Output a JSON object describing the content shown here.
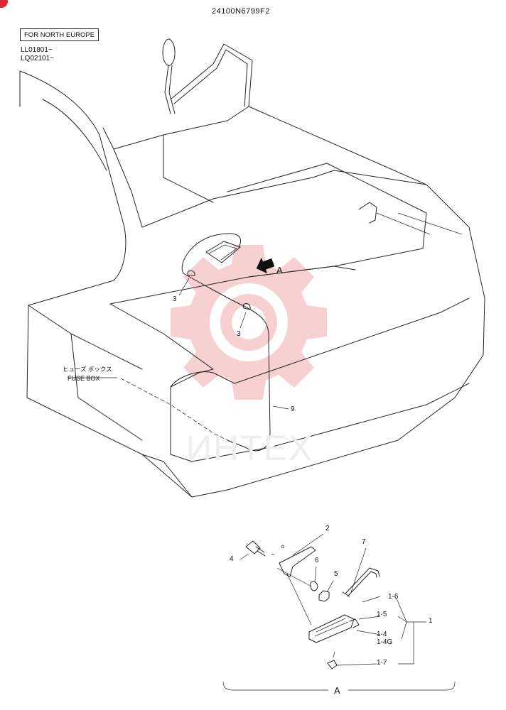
{
  "header": {
    "part_code": "24100N6799F2"
  },
  "region": {
    "label": "FOR NORTH EUROPE",
    "serials": [
      "LL01801~",
      "LQ02101~"
    ]
  },
  "fuse_box": {
    "jp": "ヒューズ ボックス",
    "en": "FUSE BOX"
  },
  "view_arrow_label": "A",
  "callouts_main": [
    "3",
    "3",
    "9"
  ],
  "detail": {
    "title": "A",
    "callouts": [
      "2",
      "4",
      "6",
      "5",
      "7",
      "1-6",
      "1-5",
      "1",
      "1-4",
      "1-4G",
      "1-7"
    ]
  },
  "watermark": {
    "text": "ИНТЕХ",
    "color": "#f2b8b8"
  },
  "colors": {
    "line": "#222222",
    "watermark": "#f4c4c4",
    "corner_mark": "#e0262e"
  }
}
